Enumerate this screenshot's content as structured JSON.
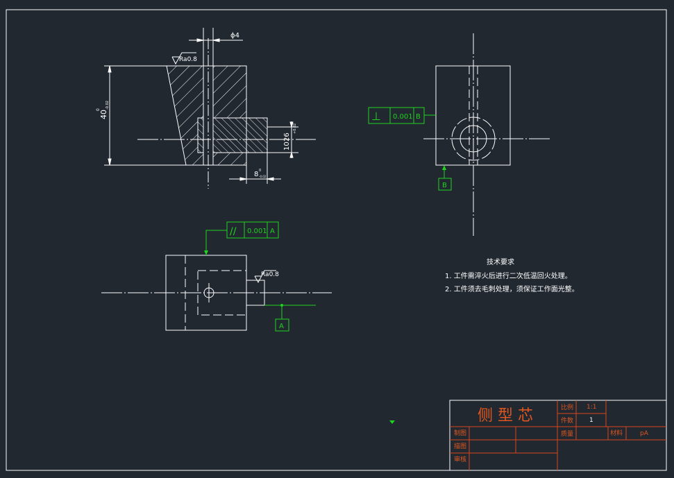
{
  "colors": {
    "background": "#212830",
    "geometry": "#ffffff",
    "tolerance": "#1fd31f",
    "title_block": "#d9461e",
    "title_text": "#e0561f"
  },
  "front_view": {
    "dia_label": "ϕ4",
    "roughness": "Ra0.8",
    "dim_height_main": "40",
    "dim_height_tol_top": "0",
    "dim_height_tol_bot": "-0.02",
    "dim_boss_main": "10",
    "dim_boss_main2": "26",
    "dim_boss_tol": "+0.02",
    "dim_width_main": "8",
    "dim_width_tol_top": "0",
    "dim_width_tol_bot": "-0.02"
  },
  "side_view": {
    "fcf_symbol": "⊥",
    "fcf_value": "0.001",
    "fcf_datum": "B",
    "datum_label": "B"
  },
  "top_view": {
    "fcf_symbol": "//",
    "fcf_value": "0.001",
    "fcf_datum": "A",
    "roughness": "Ra0.8",
    "datum_label": "A"
  },
  "notes": {
    "title": "技术要求",
    "line1": "1. 工件需淬火后进行二次低温回火处理。",
    "line2": "2. 工件须去毛刺处理，须保证工作面光整。"
  },
  "title_block": {
    "part_name": "侧 型 芯",
    "scale_label": "比例",
    "scale_value": "1:1",
    "qty_label": "件数",
    "qty_value": "1",
    "weight_label": "质量",
    "material_label": "材料",
    "material_value": "pA",
    "drawn_label": "制图",
    "design_label": "描图",
    "review_label": "审核"
  }
}
